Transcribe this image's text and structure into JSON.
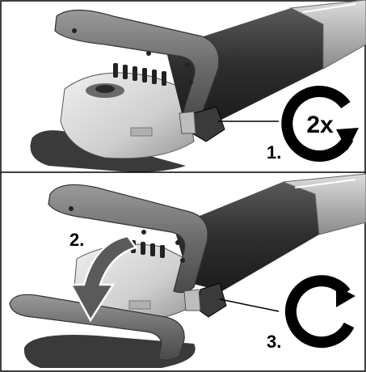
{
  "panels": [
    {
      "id": "top",
      "step_label": "1.",
      "badge_text": "2x",
      "rotation": "counterclockwise"
    },
    {
      "id": "bottom",
      "step_label_swing": "2.",
      "step_label_rotate": "3.",
      "rotation": "clockwise"
    }
  ],
  "colors": {
    "ink": "#000000",
    "metal_light": "#d6d6d6",
    "metal_mid": "#9a9a9a",
    "metal_dark": "#3a3a3a",
    "body_dark": "#2b2b2b",
    "handle": "#6e6e6e",
    "arrow_fill": "#5a5a5a"
  },
  "icons": [
    "rotate-ccw-icon",
    "rotate-cw-icon",
    "swing-arrow-icon"
  ]
}
